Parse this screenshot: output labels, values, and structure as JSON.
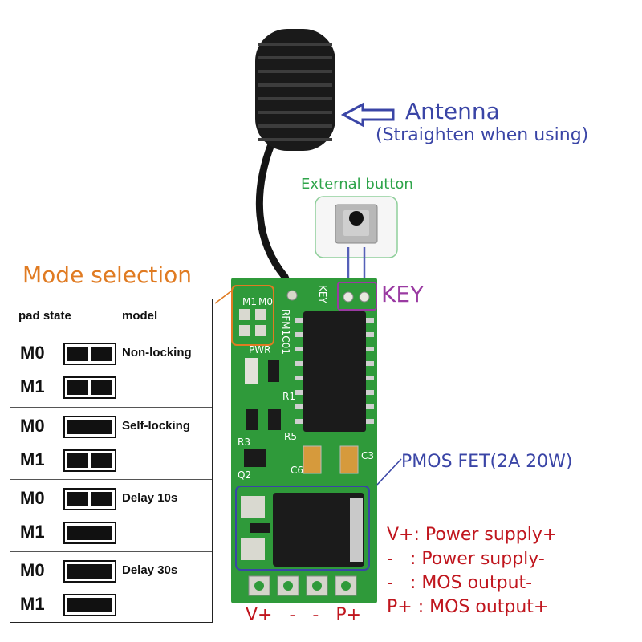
{
  "annotations": {
    "antenna_title": "Antenna",
    "antenna_subtitle": "(Straighten when using)",
    "external_button": "External button",
    "key": "KEY",
    "mode_selection": "Mode selection",
    "pmos": "PMOS FET(2A 20W)",
    "legend": [
      "V+: Power supply+",
      "-   : Power supply-",
      "-   : MOS output-",
      "P+ : MOS output+"
    ],
    "pins": "V+ - - P+"
  },
  "mode_table": {
    "header_pad": "pad state",
    "header_model": "model",
    "rows": [
      {
        "m0_label": "M0",
        "m0_state": "open",
        "m1_label": "M1",
        "m1_state": "open",
        "model": "Non-locking"
      },
      {
        "m0_label": "M0",
        "m0_state": "closed",
        "m1_label": "M1",
        "m1_state": "open",
        "model": "Self-locking"
      },
      {
        "m0_label": "M0",
        "m0_state": "open",
        "m1_label": "M1",
        "m1_state": "closed",
        "model": "Delay 10s"
      },
      {
        "m0_label": "M0",
        "m0_state": "closed",
        "m1_label": "M1",
        "m1_state": "closed",
        "model": "Delay 30s"
      }
    ]
  },
  "board_labels": {
    "m1": "M1",
    "m0": "M0",
    "rfm": "RFM1C01",
    "key": "KEY",
    "pwr": "PWR",
    "r1": "R1",
    "r3": "R3",
    "r5": "R5",
    "c3": "C3",
    "c6": "C6",
    "q2": "Q2"
  },
  "colors": {
    "pcb": "#2f9a3a",
    "annotation_blue": "#3a45a6",
    "annotation_orange": "#e07b22",
    "annotation_purple": "#9a3aa2",
    "annotation_green": "#2ea44a",
    "annotation_red": "#c0161e"
  }
}
